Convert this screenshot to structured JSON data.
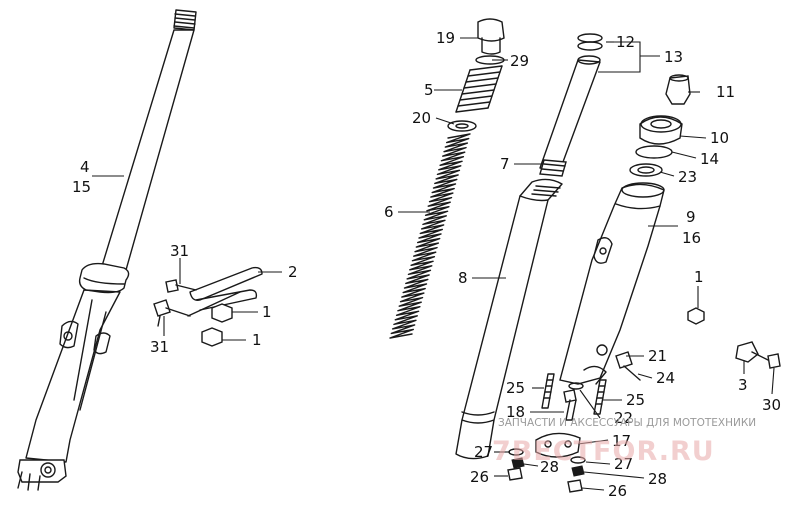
{
  "labels": [
    {
      "text": "4"
    },
    {
      "text": "15"
    },
    {
      "text": "31"
    },
    {
      "text": "2"
    },
    {
      "text": "1"
    },
    {
      "text": "31"
    },
    {
      "text": "1"
    },
    {
      "text": "19"
    },
    {
      "text": "29"
    },
    {
      "text": "5"
    },
    {
      "text": "20"
    },
    {
      "text": "6"
    },
    {
      "text": "12"
    },
    {
      "text": "13"
    },
    {
      "text": "11"
    },
    {
      "text": "10"
    },
    {
      "text": "14"
    },
    {
      "text": "7"
    },
    {
      "text": "23"
    },
    {
      "text": "9"
    },
    {
      "text": "16"
    },
    {
      "text": "8"
    },
    {
      "text": "1"
    },
    {
      "text": "21"
    },
    {
      "text": "24"
    },
    {
      "text": "3"
    },
    {
      "text": "30"
    },
    {
      "text": "25"
    },
    {
      "text": "25"
    },
    {
      "text": "18"
    },
    {
      "text": "22"
    },
    {
      "text": "17"
    },
    {
      "text": "27"
    },
    {
      "text": "28"
    },
    {
      "text": "27"
    },
    {
      "text": "26"
    },
    {
      "text": "28"
    },
    {
      "text": "26"
    }
  ],
  "watermark": {
    "tagline": "ЗАПЧАСТИ И АКСЕССУАРЫ ДЛЯ МОТОТЕХНИКИ",
    "logo": "7BECTFOR.RU"
  }
}
